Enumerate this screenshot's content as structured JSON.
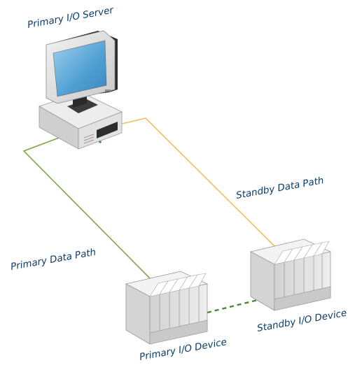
{
  "diagram": {
    "nodes": {
      "server": {
        "label": "Primary I/O Server",
        "icon": "computer-server-icon"
      },
      "primary_device": {
        "label": "Primary I/O Device",
        "icon": "io-rack-icon"
      },
      "standby_device": {
        "label": "Standby I/O Device",
        "icon": "io-rack-icon"
      }
    },
    "paths": {
      "primary": {
        "label": "Primary Data Path",
        "color": "#7aa84a",
        "style": "solid"
      },
      "standby": {
        "label": "Standby Data Path",
        "color": "#f0c060",
        "style": "solid"
      },
      "device_link": {
        "color": "#4a8a2e",
        "style": "dashed"
      }
    },
    "label_color": "#0a3d6b"
  }
}
